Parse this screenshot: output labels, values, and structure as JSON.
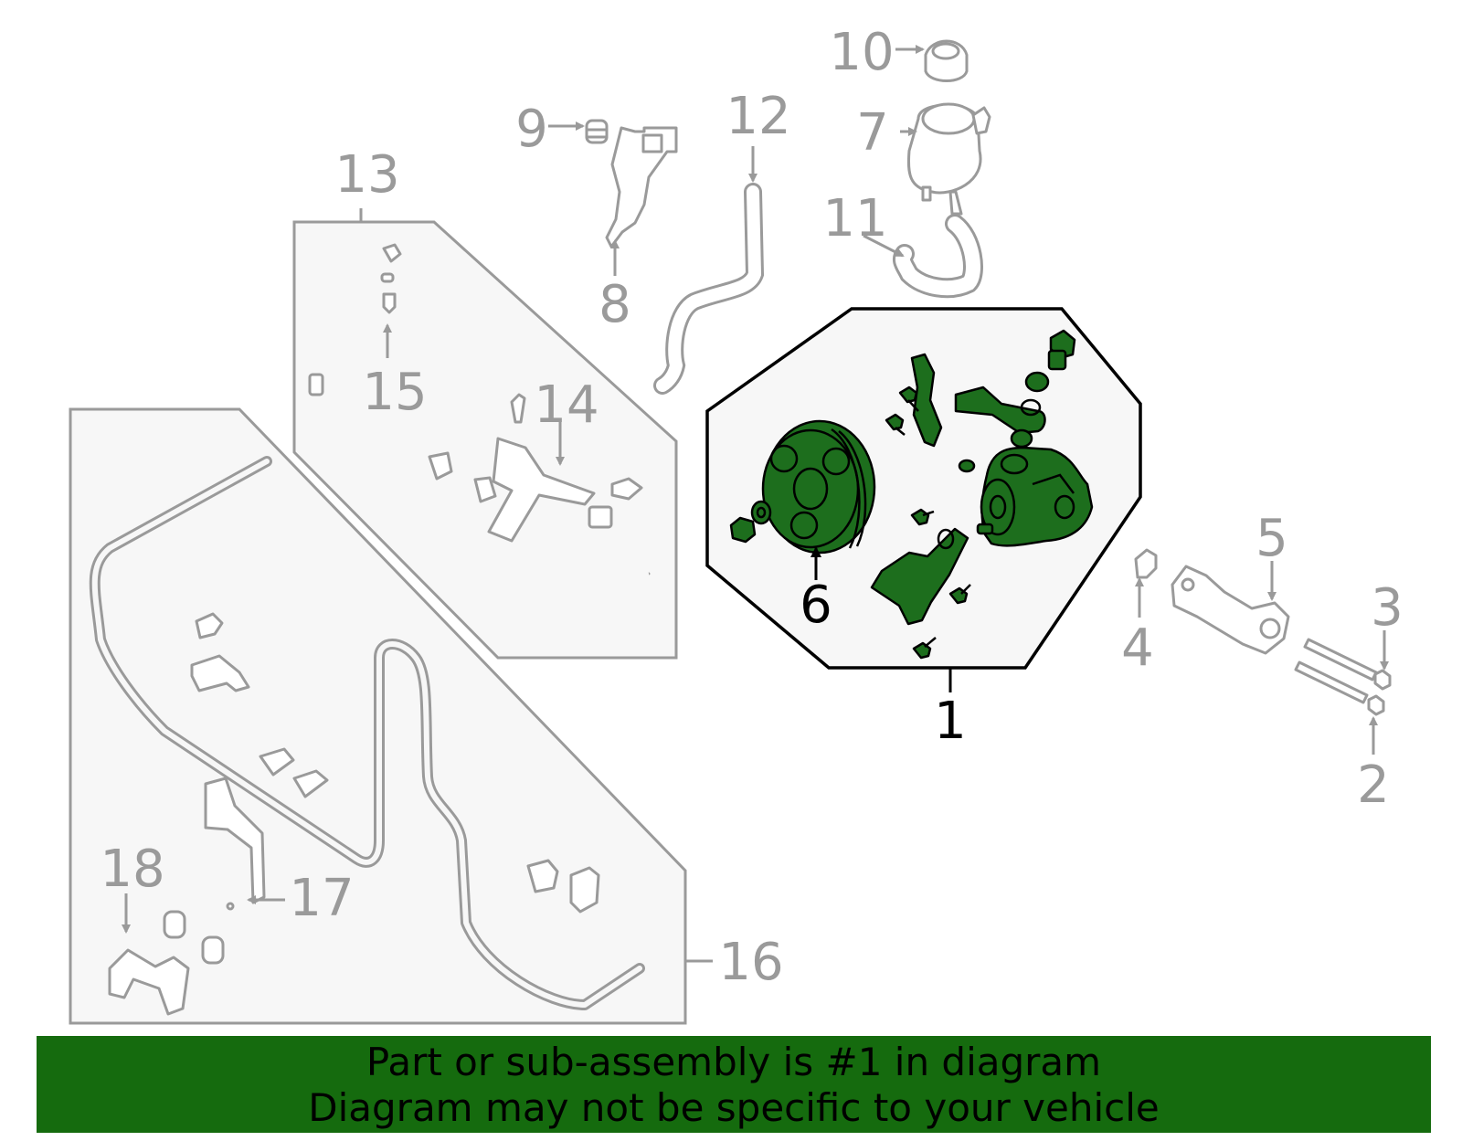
{
  "diagram": {
    "colors": {
      "highlight": "#1d6e1d",
      "part_outline": "#9a9a9a",
      "banner": "#156b0e"
    },
    "callouts": [
      {
        "id": "1",
        "text": "1"
      },
      {
        "id": "2",
        "text": "2"
      },
      {
        "id": "3",
        "text": "3"
      },
      {
        "id": "4",
        "text": "4"
      },
      {
        "id": "5",
        "text": "5"
      },
      {
        "id": "6",
        "text": "6"
      },
      {
        "id": "7",
        "text": "7"
      },
      {
        "id": "8",
        "text": "8"
      },
      {
        "id": "9",
        "text": "9"
      },
      {
        "id": "10",
        "text": "10"
      },
      {
        "id": "11",
        "text": "11"
      },
      {
        "id": "12",
        "text": "12"
      },
      {
        "id": "13",
        "text": "13"
      },
      {
        "id": "14",
        "text": "14"
      },
      {
        "id": "15",
        "text": "15"
      },
      {
        "id": "16",
        "text": "16"
      },
      {
        "id": "17",
        "text": "17"
      },
      {
        "id": "18",
        "text": "18"
      }
    ],
    "highlighted_part": "1"
  },
  "banner": {
    "line1": "Part or sub-assembly is #1 in diagram",
    "line2": "Diagram may not be specific to your vehicle"
  }
}
